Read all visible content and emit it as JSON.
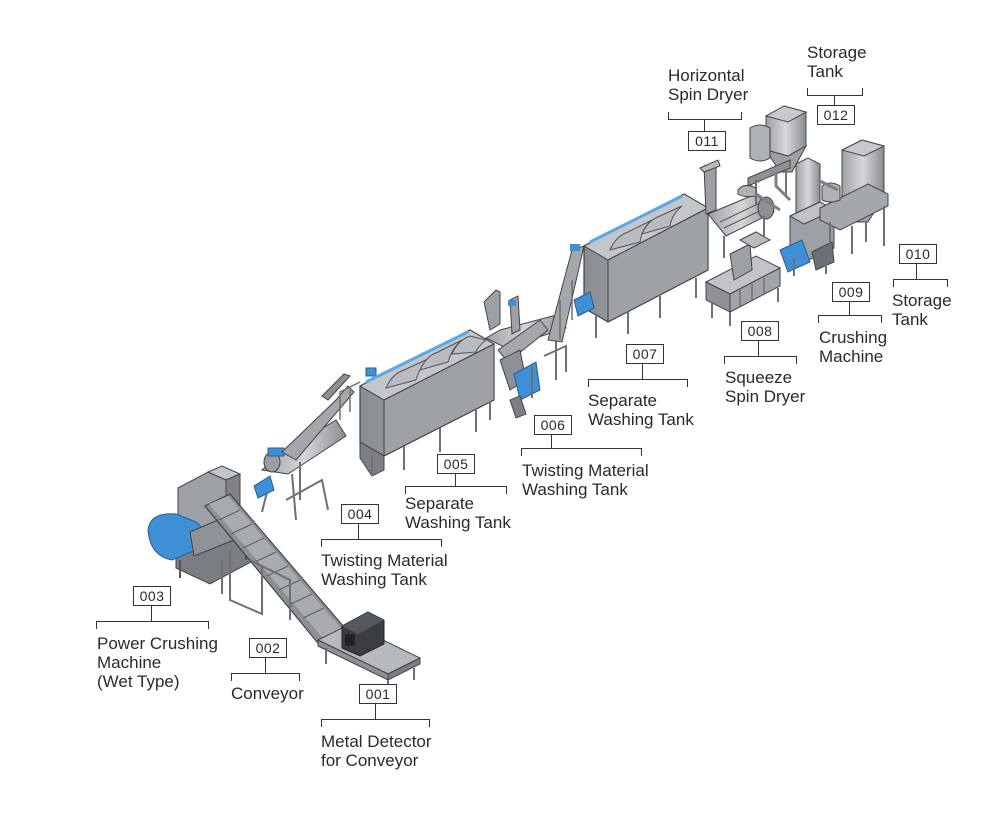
{
  "colors": {
    "steel": "#9a9ea3",
    "steel_dark": "#5f6368",
    "steel_light": "#c9ccd0",
    "frame": "#6d7075",
    "motor_blue": "#3f8fd6",
    "water_blue": "#5aa9e6",
    "line": "#333333"
  },
  "callouts": [
    {
      "code": "001",
      "label": "Metal Detector\nfor Conveyor"
    },
    {
      "code": "002",
      "label": "Conveyor"
    },
    {
      "code": "003",
      "label": "Power Crushing\nMachine\n(Wet Type)"
    },
    {
      "code": "004",
      "label": "Twisting Material\nWashing Tank"
    },
    {
      "code": "005",
      "label": "Separate\nWashing Tank"
    },
    {
      "code": "006",
      "label": "Twisting Material\nWashing Tank"
    },
    {
      "code": "007",
      "label": "Separate\nWashing Tank"
    },
    {
      "code": "008",
      "label": "Squeeze\nSpin Dryer"
    },
    {
      "code": "009",
      "label": "Crushing\nMachine"
    },
    {
      "code": "010",
      "label": "Storage\nTank"
    },
    {
      "code": "011",
      "label": "Horizontal\nSpin Dryer"
    },
    {
      "code": "012",
      "label": "Storage\nTank"
    }
  ]
}
